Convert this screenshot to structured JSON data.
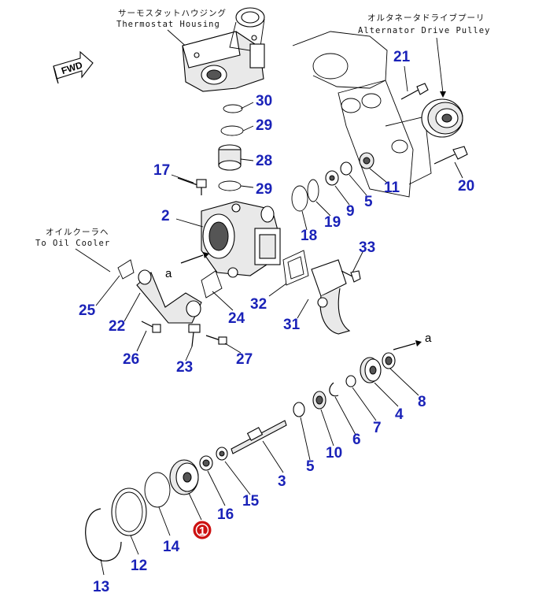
{
  "captions": {
    "thermostat_jp": "サーモスタットハウジング",
    "thermostat_en": "Thermostat Housing",
    "alternator_jp": "オルタネータドライブプーリ",
    "alternator_en": "Alternator Drive Pulley",
    "oilcooler_jp": "オイルクーラヘ",
    "oilcooler_en": "To Oil Cooler"
  },
  "fwd_label": "FWD",
  "arrow_labels": {
    "a_upper": "a",
    "a_lower": "a"
  },
  "highlight": {
    "label": "1",
    "color": "#cc1111"
  },
  "part_numbers": {
    "p2": "2",
    "p3": "3",
    "p4": "4",
    "p5a": "5",
    "p5b": "5",
    "p6": "6",
    "p7": "7",
    "p8": "8",
    "p9": "9",
    "p10": "10",
    "p11": "11",
    "p12": "12",
    "p13": "13",
    "p14": "14",
    "p15": "15",
    "p16": "16",
    "p17": "17",
    "p18": "18",
    "p19": "19",
    "p20": "20",
    "p21": "21",
    "p22": "22",
    "p23": "23",
    "p24": "24",
    "p25": "25",
    "p26": "26",
    "p27": "27",
    "p28": "28",
    "p29a": "29",
    "p29b": "29",
    "p30": "30",
    "p31": "31",
    "p32": "32",
    "p33": "33"
  },
  "label_color": "#1a22b8"
}
